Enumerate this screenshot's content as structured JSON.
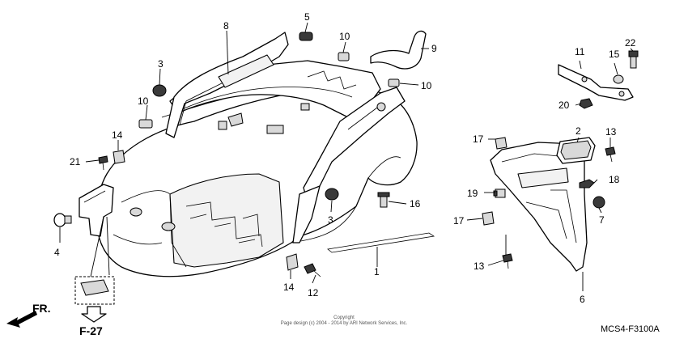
{
  "diagram": {
    "callouts": [
      {
        "id": "c1",
        "label": "1"
      },
      {
        "id": "c2",
        "label": "2"
      },
      {
        "id": "c3a",
        "label": "3"
      },
      {
        "id": "c3b",
        "label": "3"
      },
      {
        "id": "c4",
        "label": "4"
      },
      {
        "id": "c5",
        "label": "5"
      },
      {
        "id": "c6",
        "label": "6"
      },
      {
        "id": "c7",
        "label": "7"
      },
      {
        "id": "c8",
        "label": "8"
      },
      {
        "id": "c9",
        "label": "9"
      },
      {
        "id": "c10a",
        "label": "10"
      },
      {
        "id": "c10b",
        "label": "10"
      },
      {
        "id": "c10c",
        "label": "10"
      },
      {
        "id": "c11",
        "label": "11"
      },
      {
        "id": "c12",
        "label": "12"
      },
      {
        "id": "c13a",
        "label": "13"
      },
      {
        "id": "c13b",
        "label": "13"
      },
      {
        "id": "c14a",
        "label": "14"
      },
      {
        "id": "c14b",
        "label": "14"
      },
      {
        "id": "c15",
        "label": "15"
      },
      {
        "id": "c16",
        "label": "16"
      },
      {
        "id": "c17a",
        "label": "17"
      },
      {
        "id": "c17b",
        "label": "17"
      },
      {
        "id": "c18",
        "label": "18"
      },
      {
        "id": "c19",
        "label": "19"
      },
      {
        "id": "c20",
        "label": "20"
      },
      {
        "id": "c21",
        "label": "21"
      },
      {
        "id": "c22",
        "label": "22"
      }
    ],
    "direction_label": "FR.",
    "reference_label": "F-27",
    "diagram_code": "MCS4-F3100A",
    "copyright_line1": "Copyright",
    "copyright_line2": "Page design (c) 2004 - 2014 by ARI Network Services, Inc."
  }
}
